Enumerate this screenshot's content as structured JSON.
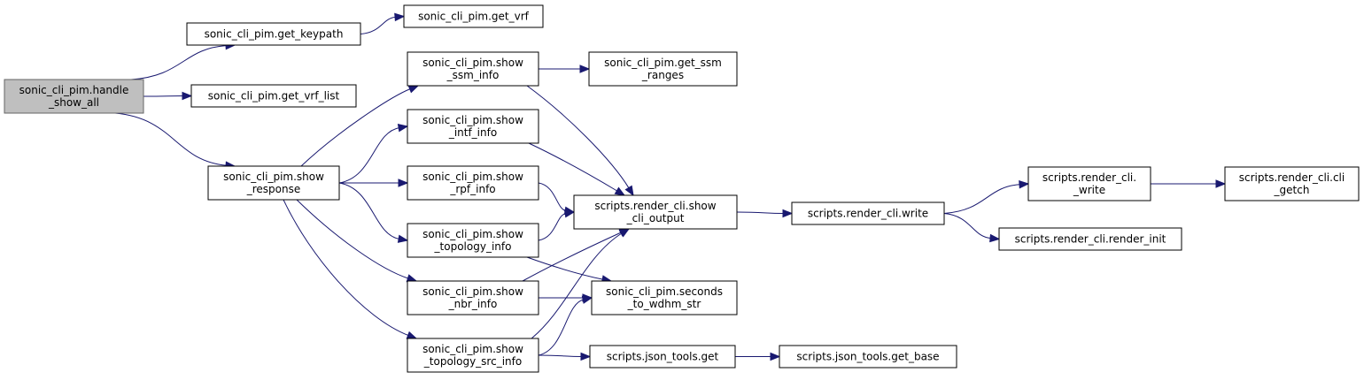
{
  "colors": {
    "edge": "#191970",
    "node_border": "#000000",
    "root_fill": "#bfbfbf",
    "root_border": "#666666",
    "background": "#ffffff"
  },
  "nodes": [
    {
      "id": "handle_show_all",
      "lines": [
        "sonic_cli_pim.handle",
        "_show_all"
      ],
      "root": true
    },
    {
      "id": "get_keypath",
      "lines": [
        "sonic_cli_pim.get_keypath"
      ]
    },
    {
      "id": "get_vrf",
      "lines": [
        "sonic_cli_pim.get_vrf"
      ]
    },
    {
      "id": "get_vrf_list",
      "lines": [
        "sonic_cli_pim.get_vrf_list"
      ]
    },
    {
      "id": "show_response",
      "lines": [
        "sonic_cli_pim.show",
        "_response"
      ]
    },
    {
      "id": "show_ssm_info",
      "lines": [
        "sonic_cli_pim.show",
        "_ssm_info"
      ]
    },
    {
      "id": "get_ssm_ranges",
      "lines": [
        "sonic_cli_pim.get_ssm",
        "_ranges"
      ]
    },
    {
      "id": "show_intf_info",
      "lines": [
        "sonic_cli_pim.show",
        "_intf_info"
      ]
    },
    {
      "id": "show_rpf_info",
      "lines": [
        "sonic_cli_pim.show",
        "_rpf_info"
      ]
    },
    {
      "id": "show_topology_info",
      "lines": [
        "sonic_cli_pim.show",
        "_topology_info"
      ]
    },
    {
      "id": "show_nbr_info",
      "lines": [
        "sonic_cli_pim.show",
        "_nbr_info"
      ]
    },
    {
      "id": "show_topology_src_info",
      "lines": [
        "sonic_cli_pim.show",
        "_topology_src_info"
      ]
    },
    {
      "id": "show_cli_output",
      "lines": [
        "scripts.render_cli.show",
        "_cli_output"
      ]
    },
    {
      "id": "seconds_to_wdhm_str",
      "lines": [
        "sonic_cli_pim.seconds",
        "_to_wdhm_str"
      ]
    },
    {
      "id": "json_get",
      "lines": [
        "scripts.json_tools.get"
      ]
    },
    {
      "id": "json_get_base",
      "lines": [
        "scripts.json_tools.get_base"
      ]
    },
    {
      "id": "render_write",
      "lines": [
        "scripts.render_cli.write"
      ]
    },
    {
      "id": "render__write",
      "lines": [
        "scripts.render_cli.",
        "_write"
      ]
    },
    {
      "id": "render_init",
      "lines": [
        "scripts.render_cli.render_init"
      ]
    },
    {
      "id": "cli_getch",
      "lines": [
        "scripts.render_cli.cli",
        "_getch"
      ]
    }
  ],
  "edges": [
    [
      "handle_show_all",
      "get_keypath"
    ],
    [
      "handle_show_all",
      "get_vrf_list"
    ],
    [
      "handle_show_all",
      "show_response"
    ],
    [
      "get_keypath",
      "get_vrf"
    ],
    [
      "show_response",
      "show_ssm_info"
    ],
    [
      "show_response",
      "show_intf_info"
    ],
    [
      "show_response",
      "show_rpf_info"
    ],
    [
      "show_response",
      "show_topology_info"
    ],
    [
      "show_response",
      "show_nbr_info"
    ],
    [
      "show_response",
      "show_topology_src_info"
    ],
    [
      "show_ssm_info",
      "get_ssm_ranges"
    ],
    [
      "show_ssm_info",
      "show_cli_output"
    ],
    [
      "show_intf_info",
      "show_cli_output"
    ],
    [
      "show_rpf_info",
      "show_cli_output"
    ],
    [
      "show_topology_info",
      "show_cli_output"
    ],
    [
      "show_topology_info",
      "seconds_to_wdhm_str"
    ],
    [
      "show_nbr_info",
      "show_cli_output"
    ],
    [
      "show_nbr_info",
      "seconds_to_wdhm_str"
    ],
    [
      "show_topology_src_info",
      "show_cli_output"
    ],
    [
      "show_topology_src_info",
      "seconds_to_wdhm_str"
    ],
    [
      "show_topology_src_info",
      "json_get"
    ],
    [
      "json_get",
      "json_get_base"
    ],
    [
      "show_cli_output",
      "render_write"
    ],
    [
      "render_write",
      "render__write"
    ],
    [
      "render_write",
      "render_init"
    ],
    [
      "render__write",
      "cli_getch"
    ]
  ]
}
